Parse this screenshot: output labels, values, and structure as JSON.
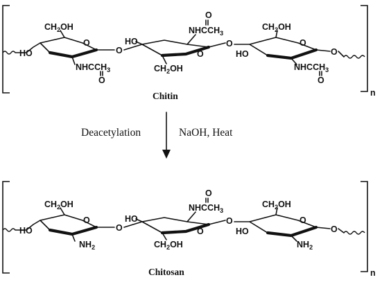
{
  "chitin": {
    "caption": "Chitin",
    "repeat_index": "n",
    "ring1": {
      "top_main": "CH",
      "top_sub": "2",
      "top_tail": "OH",
      "left": "HO",
      "bottom": "NHCCH",
      "bottom_sub": "3",
      "carbonyl_o": "O"
    },
    "ring2": {
      "top": "NHCCH",
      "top_sub": "3",
      "carbonyl_o": "O",
      "left": "HO",
      "bottom_main": "CH",
      "bottom_sub": "2",
      "bottom_tail": "OH"
    },
    "ring3": {
      "top_main": "CH",
      "top_sub": "2",
      "top_tail": "OH",
      "left": "HO",
      "bottom": "NHCCH",
      "bottom_sub": "3",
      "carbonyl_o": "O"
    },
    "linker_o": "O"
  },
  "reaction": {
    "left_label": "Deacetylation",
    "right_label": "NaOH, Heat"
  },
  "chitosan": {
    "caption": "Chitosan",
    "repeat_index": "n",
    "ring1": {
      "top_main": "CH",
      "top_sub": "2",
      "top_tail": "OH",
      "left": "HO",
      "bottom_main": "NH",
      "bottom_sub": "2"
    },
    "ring2": {
      "top": "NHCCH",
      "top_sub": "3",
      "carbonyl_o": "O",
      "left": "HO",
      "bottom_main": "CH",
      "bottom_sub": "2",
      "bottom_tail": "OH"
    },
    "ring3": {
      "top_main": "CH",
      "top_sub": "2",
      "top_tail": "OH",
      "left": "HO",
      "bottom_main": "NH",
      "bottom_sub": "2"
    },
    "linker_o": "O"
  }
}
